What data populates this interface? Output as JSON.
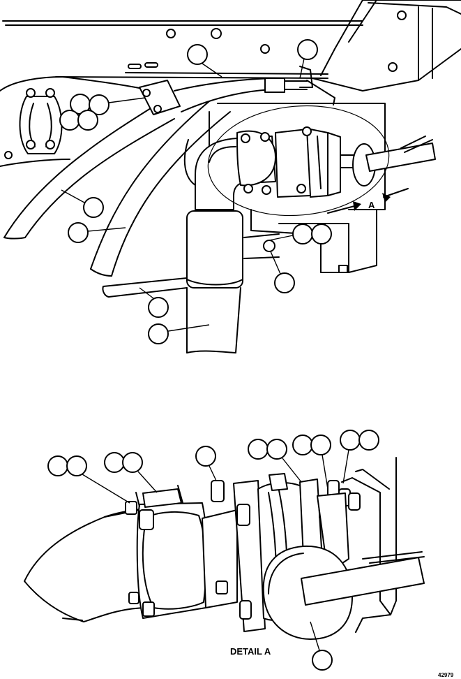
{
  "labels": {
    "view_arrow_letter": "A",
    "detail_caption": "DETAIL A",
    "figure_number": "42979"
  }
}
